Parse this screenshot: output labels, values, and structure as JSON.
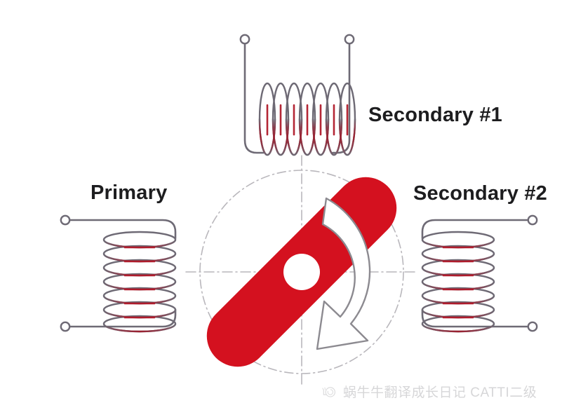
{
  "figure": {
    "kind": "rvdt-rotary-transformer-diagram",
    "background_color": "#ffffff"
  },
  "labels": {
    "primary": "Primary",
    "secondary_1": "Secondary #1",
    "secondary_2": "Secondary #2"
  },
  "colors": {
    "rotor_red": "#D4111F",
    "coil_wire_gray": "#6E6A75",
    "coil_wire_red": "#9B2335",
    "guide_line_gray": "#B9B7BC",
    "arrow_outline": "#8C8A90",
    "arrow_fill": "#FFFFFF",
    "label_text": "#1D1D1F",
    "watermark_text": "#8A8A8E"
  },
  "coils": [
    {
      "id": "coil-top",
      "name": "secondary-1-coil",
      "orientation": "horizontal-axis",
      "turns": 7,
      "terminals": 2,
      "terminal_style": "open-circle"
    },
    {
      "id": "coil-left",
      "name": "primary-coil",
      "orientation": "vertical-axis",
      "turns": 7,
      "terminals": 2,
      "terminal_style": "open-circle"
    },
    {
      "id": "coil-right",
      "name": "secondary-2-coil",
      "orientation": "vertical-axis",
      "turns": 7,
      "terminals": 2,
      "terminal_style": "open-circle"
    }
  ],
  "rotor": {
    "shape": "rounded-bar",
    "angle_degrees": -45,
    "hub": "white-circle",
    "rotation_arrow": "clockwise-curved-arrow",
    "guide_circle": "dash-dot",
    "crosshair": "dash-dot-horizontal-and-vertical"
  },
  "watermark": {
    "icon": "snail-outline-icon",
    "text": "蜗牛牛翻译成长日记 CATTI二级"
  }
}
